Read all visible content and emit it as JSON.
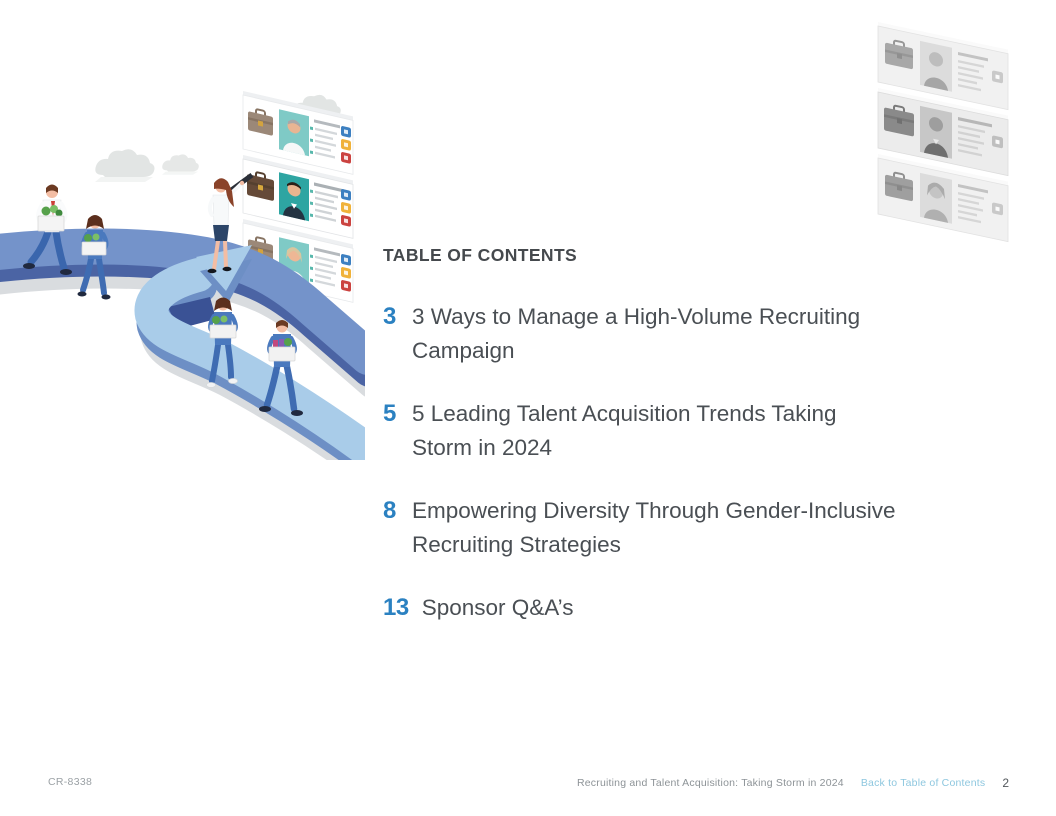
{
  "toc": {
    "title": "TABLE OF CONTENTS",
    "items": [
      {
        "page": "3",
        "lines": [
          "3 Ways to Manage a High-Volume Recruiting",
          "Campaign"
        ]
      },
      {
        "page": "5",
        "lines": [
          "5 Leading Talent Acquisition Trends Taking",
          "Storm in 2024"
        ]
      },
      {
        "page": "8",
        "lines": [
          "Empowering Diversity Through Gender-Inclusive",
          "Recruiting Strategies"
        ]
      },
      {
        "page": "13",
        "lines": [
          "Sponsor Q&A’s"
        ]
      }
    ]
  },
  "footer": {
    "doc_code": "CR-8338",
    "doc_title": "Recruiting and Talent Acquisition: Taking Storm in 2024",
    "back_link_label": "Back to Table of Contents",
    "page_number": "2"
  },
  "illustrations": {
    "left_label": "isometric recruiting path with walking candidates, recruiter with telescope and resume cards",
    "top_right_label": "grayscale stack of resume cards"
  },
  "colors": {
    "accent_blue": "#2B81C1",
    "link_blue": "#8EC7DF",
    "text_dark": "#4A4F54",
    "text_muted": "#9BA1A5",
    "road_blue": "#7493CA",
    "road_light_blue": "#A9CCE9",
    "photo_teal": "#7FCAC6"
  }
}
